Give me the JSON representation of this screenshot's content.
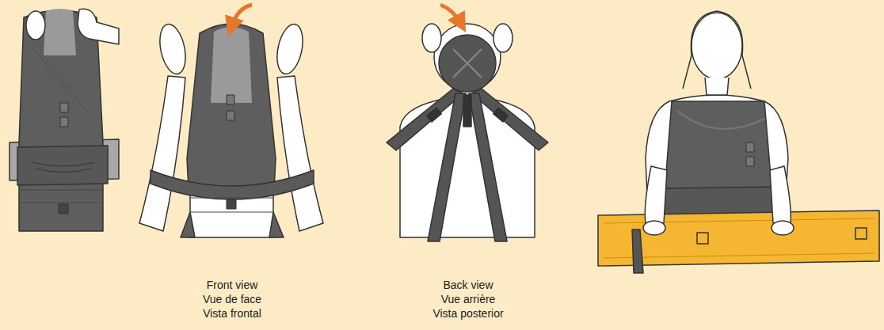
{
  "diagram": {
    "labels": [
      "Front view",
      "Vue de face",
      "Vista frontal",
      "Back view",
      "Vue arrière",
      "Vista posterior"
    ]
  }
}
